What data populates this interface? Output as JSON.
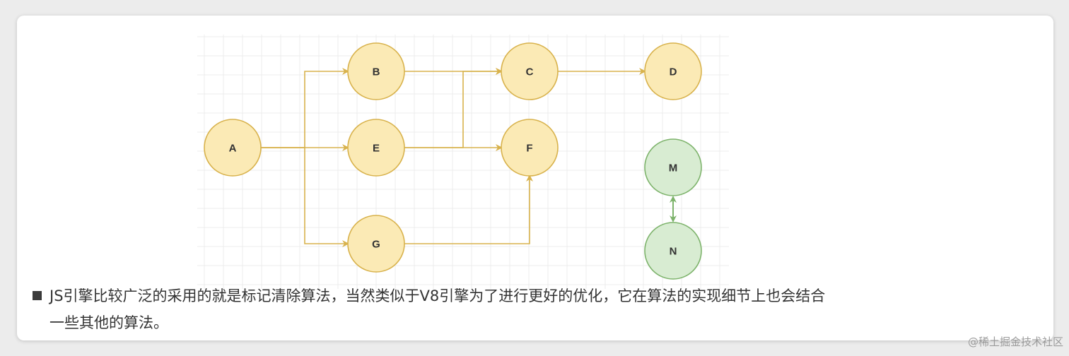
{
  "diagram": {
    "nodes": [
      {
        "id": "A",
        "label": "A",
        "group": "reachable"
      },
      {
        "id": "B",
        "label": "B",
        "group": "reachable"
      },
      {
        "id": "C",
        "label": "C",
        "group": "reachable"
      },
      {
        "id": "D",
        "label": "D",
        "group": "reachable"
      },
      {
        "id": "E",
        "label": "E",
        "group": "reachable"
      },
      {
        "id": "F",
        "label": "F",
        "group": "reachable"
      },
      {
        "id": "G",
        "label": "G",
        "group": "reachable"
      },
      {
        "id": "M",
        "label": "M",
        "group": "unreachable"
      },
      {
        "id": "N",
        "label": "N",
        "group": "unreachable"
      }
    ],
    "edges": [
      {
        "from": "A",
        "to": "B"
      },
      {
        "from": "A",
        "to": "E"
      },
      {
        "from": "A",
        "to": "G"
      },
      {
        "from": "B",
        "to": "C"
      },
      {
        "from": "E",
        "to": "C"
      },
      {
        "from": "E",
        "to": "F"
      },
      {
        "from": "C",
        "to": "D"
      },
      {
        "from": "G",
        "to": "F"
      },
      {
        "from": "M",
        "to": "N",
        "bidirectional": true
      }
    ],
    "colors": {
      "reachable_fill": "#fbeab5",
      "reachable_stroke": "#d8b24c",
      "unreachable_fill": "#d8ecd2",
      "unreachable_stroke": "#7db36b",
      "edge_yellow": "#d8b24c",
      "edge_green": "#7db36b",
      "grid": "#ececec"
    }
  },
  "caption": {
    "line1": "JS引擎比较广泛的采用的就是标记清除算法，当然类似于V8引擎为了进行更好的优化，它在算法的实现细节上也会结合",
    "line2": "一些其他的算法。"
  },
  "watermark": "@稀土掘金技术社区"
}
